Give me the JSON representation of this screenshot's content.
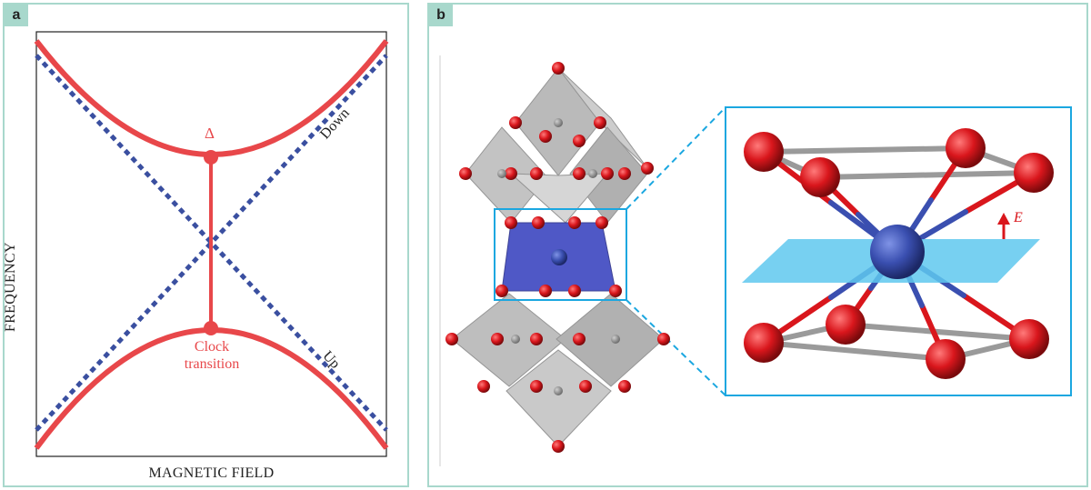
{
  "panel_a": {
    "tag": "a",
    "xlabel": "MAGNETIC FIELD",
    "ylabel": "FREQUENCY",
    "gap_label": "Δ",
    "down_label": "Down",
    "up_label": "Up",
    "clock_label_line1": "Clock",
    "clock_label_line2": "transition",
    "colors": {
      "red": "#e8474a",
      "blue": "#3a4fa0"
    }
  },
  "panel_b": {
    "tag": "b",
    "field_label": "E",
    "colors": {
      "oxygen": "#d9161c",
      "metal": "#3a4fb0",
      "highlight": "#1ba7e0",
      "plane": "#5fc8ee"
    }
  }
}
